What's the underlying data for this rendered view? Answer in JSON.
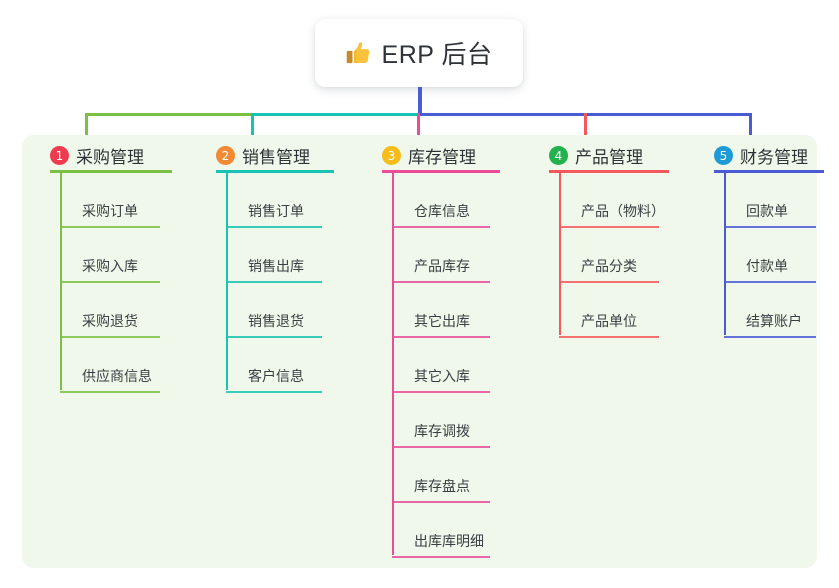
{
  "root": {
    "icon": "thumbs-up-icon",
    "title": "ERP 后台"
  },
  "colors": {
    "panel_bg": "#eff8ea",
    "root_text": "#2f3337",
    "badge_1": "#ee3b4f",
    "badge_2": "#f08a34",
    "badge_3": "#f4bd1c",
    "badge_4": "#23b14d",
    "badge_5": "#1e9bd7",
    "branch_1": "#7ac143",
    "branch_2": "#17c3b2",
    "branch_3": "#ea4c9a",
    "branch_4": "#f4595b",
    "branch_5": "#4a5bd4",
    "trunk": "#4a5bd4"
  },
  "columns": [
    {
      "number": "1",
      "title": "采购管理",
      "badge_color": "#ee3b4f",
      "line_color": "#7ac143",
      "items": [
        {
          "label": "采购订单"
        },
        {
          "label": "采购入库"
        },
        {
          "label": "采购退货"
        },
        {
          "label": "供应商信息"
        }
      ]
    },
    {
      "number": "2",
      "title": "销售管理",
      "badge_color": "#f08a34",
      "line_color": "#17c3b2",
      "items": [
        {
          "label": "销售订单"
        },
        {
          "label": "销售出库"
        },
        {
          "label": "销售退货"
        },
        {
          "label": "客户信息"
        }
      ]
    },
    {
      "number": "3",
      "title": "库存管理",
      "badge_color": "#f4bd1c",
      "line_color": "#ea4c9a",
      "items": [
        {
          "label": "仓库信息"
        },
        {
          "label": "产品库存"
        },
        {
          "label": "其它出库"
        },
        {
          "label": "其它入库"
        },
        {
          "label": "库存调拨"
        },
        {
          "label": "库存盘点"
        },
        {
          "label": "出库库明细"
        }
      ]
    },
    {
      "number": "4",
      "title": "产品管理",
      "badge_color": "#23b14d",
      "line_color": "#f4595b",
      "items": [
        {
          "label": "产品（物料）"
        },
        {
          "label": "产品分类"
        },
        {
          "label": "产品单位"
        }
      ]
    },
    {
      "number": "5",
      "title": "财务管理",
      "badge_color": "#1e9bd7",
      "line_color": "#4a5bd4",
      "items": [
        {
          "label": "回款单"
        },
        {
          "label": "付款单"
        },
        {
          "label": "结算账户"
        }
      ]
    }
  ]
}
